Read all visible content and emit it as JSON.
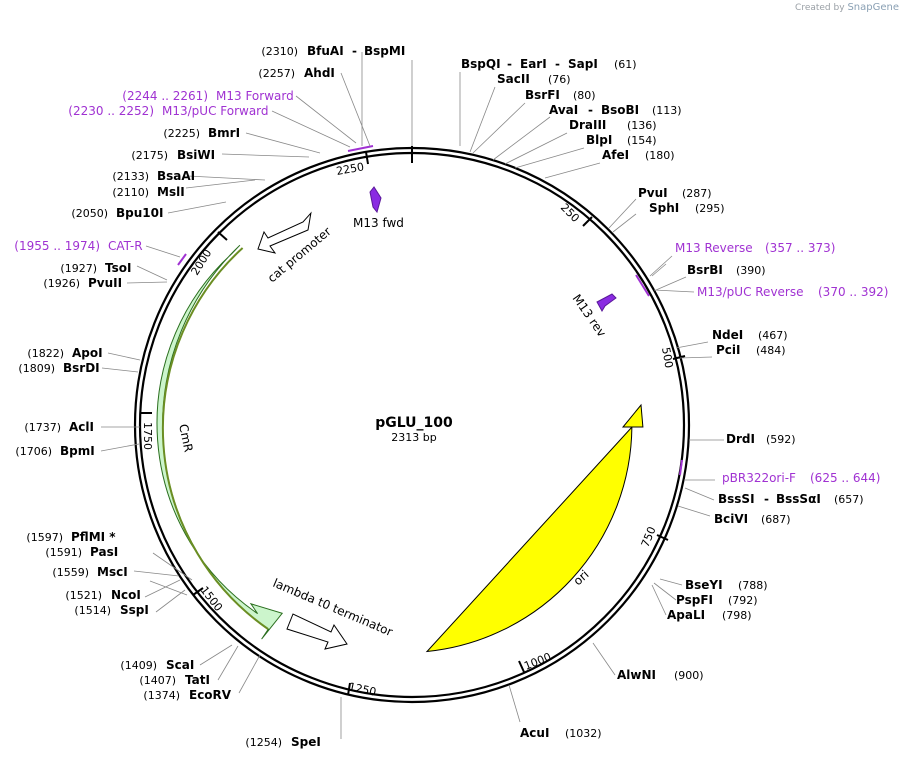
{
  "credit": {
    "prefix": "Created by",
    "brand": "SnapGene"
  },
  "plasmid": {
    "name": "pGLU_100",
    "length_label": "2313 bp",
    "length": 2313
  },
  "colors": {
    "primer": "#a032d2",
    "cmr": "#ccf5cc",
    "ori": "#ffff00",
    "ring": "#000000"
  },
  "ticks": [
    {
      "pos": 250,
      "label": "250"
    },
    {
      "pos": 500,
      "label": "500"
    },
    {
      "pos": 750,
      "label": "750"
    },
    {
      "pos": 1000,
      "label": "1000"
    },
    {
      "pos": 1250,
      "label": "1250"
    },
    {
      "pos": 1500,
      "label": "1500"
    },
    {
      "pos": 1750,
      "label": "1750"
    },
    {
      "pos": 2000,
      "label": "2000"
    },
    {
      "pos": 2250,
      "label": "2250"
    }
  ],
  "features": [
    {
      "label": "CmR",
      "type": "cds",
      "color": "#ccf5cc"
    },
    {
      "label": "ori",
      "type": "rep_origin",
      "color": "#ffff00"
    },
    {
      "label": "cat promoter",
      "type": "promoter"
    },
    {
      "label": "lambda t0 terminator",
      "type": "terminator"
    },
    {
      "label": "M13 fwd",
      "type": "primer_bind"
    },
    {
      "label": "M13 rev",
      "type": "primer_bind"
    }
  ],
  "primers": [
    {
      "name": "M13 Forward",
      "range": "(2244 .. 2261)"
    },
    {
      "name": "M13/pUC Forward",
      "range": "(2230 .. 2252)"
    },
    {
      "name": "CAT-R",
      "range": "(1955 .. 1974)"
    },
    {
      "name": "M13 Reverse",
      "range": "(357 .. 373)"
    },
    {
      "name": "M13/pUC Reverse",
      "range": "(370 .. 392)"
    },
    {
      "name": "pBR322ori-F",
      "range": "(625 .. 644)"
    }
  ],
  "enzymes": [
    {
      "name": "BfuAI",
      "name2": "BspMI",
      "pos": "(2310)"
    },
    {
      "name": "AhdI",
      "pos": "(2257)"
    },
    {
      "name": "BmrI",
      "pos": "(2225)"
    },
    {
      "name": "BsiWI",
      "pos": "(2175)"
    },
    {
      "name": "BsaAI",
      "pos": "(2133)"
    },
    {
      "name": "MslI",
      "pos": "(2110)"
    },
    {
      "name": "Bpu10I",
      "pos": "(2050)"
    },
    {
      "name": "TsoI",
      "pos": "(1927)"
    },
    {
      "name": "PvuII",
      "pos": "(1926)"
    },
    {
      "name": "ApoI",
      "pos": "(1822)"
    },
    {
      "name": "BsrDI",
      "pos": "(1809)"
    },
    {
      "name": "AclI",
      "pos": "(1737)"
    },
    {
      "name": "BpmI",
      "pos": "(1706)"
    },
    {
      "name": "PflMI *",
      "pos": "(1597)"
    },
    {
      "name": "PasI",
      "pos": "(1591)"
    },
    {
      "name": "MscI",
      "pos": "(1559)"
    },
    {
      "name": "NcoI",
      "pos": "(1521)"
    },
    {
      "name": "SspI",
      "pos": "(1514)"
    },
    {
      "name": "ScaI",
      "pos": "(1409)"
    },
    {
      "name": "TatI",
      "pos": "(1407)"
    },
    {
      "name": "EcoRV",
      "pos": "(1374)"
    },
    {
      "name": "SpeI",
      "pos": "(1254)"
    },
    {
      "name": "BspQI",
      "name2": "EarI",
      "name3": "SapI",
      "pos": "(61)"
    },
    {
      "name": "SacII",
      "pos": "(76)"
    },
    {
      "name": "BsrFI",
      "pos": "(80)"
    },
    {
      "name": "AvaI",
      "name2": "BsoBI",
      "pos": "(113)"
    },
    {
      "name": "DraIII",
      "pos": "(136)"
    },
    {
      "name": "BlpI",
      "pos": "(154)"
    },
    {
      "name": "AfeI",
      "pos": "(180)"
    },
    {
      "name": "PvuI",
      "pos": "(287)"
    },
    {
      "name": "SphI",
      "pos": "(295)"
    },
    {
      "name": "BsrBI",
      "pos": "(390)"
    },
    {
      "name": "NdeI",
      "pos": "(467)"
    },
    {
      "name": "PciI",
      "pos": "(484)"
    },
    {
      "name": "DrdI",
      "pos": "(592)"
    },
    {
      "name": "BssSI",
      "name2": "BssSαI",
      "pos": "(657)"
    },
    {
      "name": "BciVI",
      "pos": "(687)"
    },
    {
      "name": "BseYI",
      "pos": "(788)"
    },
    {
      "name": "PspFI",
      "pos": "(792)"
    },
    {
      "name": "ApaLI",
      "pos": "(798)"
    },
    {
      "name": "AlwNI",
      "pos": "(900)"
    },
    {
      "name": "AcuI",
      "pos": "(1032)"
    }
  ]
}
